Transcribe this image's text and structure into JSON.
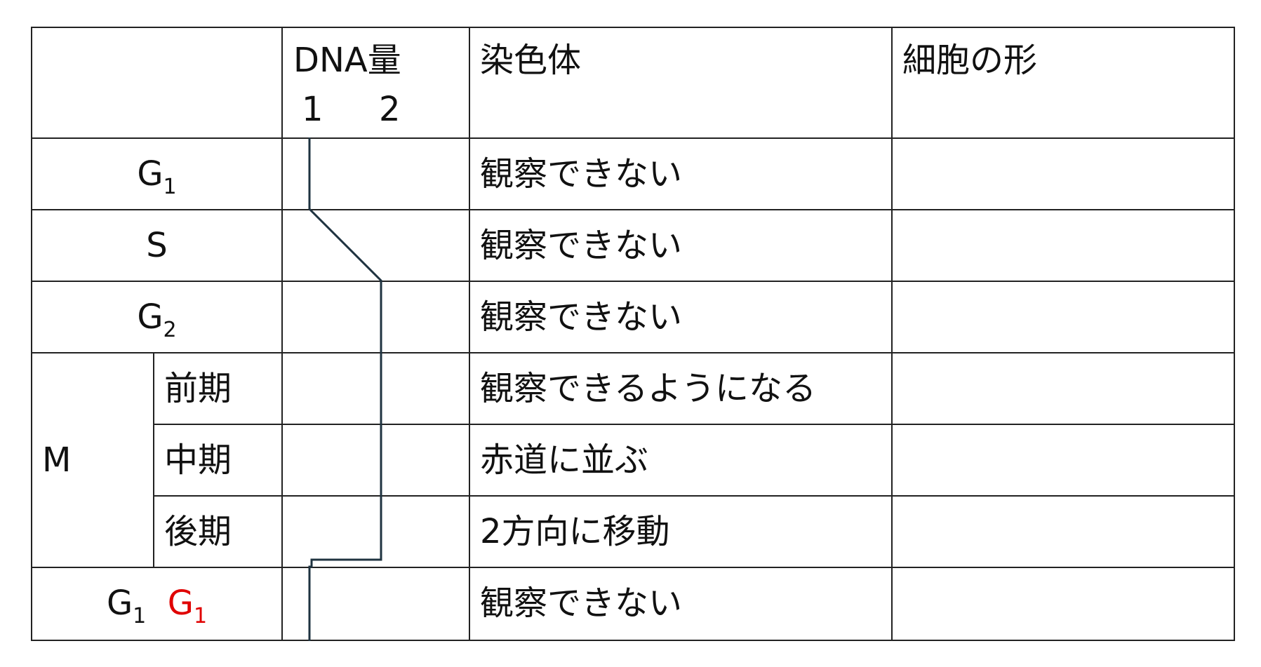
{
  "header": {
    "dna_title": "DNA量",
    "dna_scale_1": "1",
    "dna_scale_2": "2",
    "chromosome": "染色体",
    "cell_shape": "細胞の形"
  },
  "rows": [
    {
      "phase": "G",
      "sub": "1",
      "chromosome": "観察できない"
    },
    {
      "phase": "S",
      "sub": "",
      "chromosome": "観察できない"
    },
    {
      "phase": "G",
      "sub": "2",
      "chromosome": "観察できない"
    },
    {
      "phase": "前期",
      "chromosome": "観察できるようになる"
    },
    {
      "phase": "中期",
      "chromosome": "赤道に並ぶ"
    },
    {
      "phase": "後期",
      "chromosome": "2方向に移動"
    },
    {
      "phase": "G",
      "sub": "1",
      "phase_red": "G",
      "sub_red": "1",
      "chromosome": "観察できない"
    }
  ],
  "m_label": "M",
  "colors": {
    "grid": "#222222",
    "dna_line": "#1f3340",
    "highlight": "#e00000"
  },
  "dna_curve": [
    {
      "row": 1,
      "from": 1,
      "to": 1
    },
    {
      "row": 2,
      "from": 1,
      "to": 2
    },
    {
      "row": 3,
      "from": 2,
      "to": 2
    },
    {
      "row": 4,
      "from": 2,
      "to": 2
    },
    {
      "row": 5,
      "from": 2,
      "to": 2
    },
    {
      "row": 6,
      "from": 2,
      "to": 1
    },
    {
      "row": 7,
      "from": 1,
      "to": 1
    }
  ]
}
